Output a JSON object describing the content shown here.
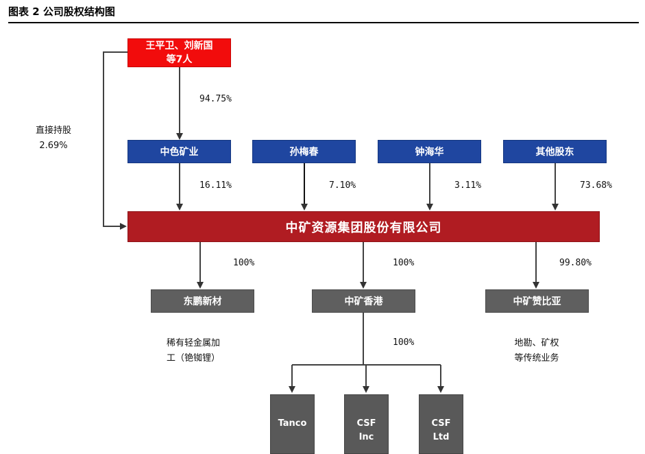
{
  "title": "图表 2 公司股权结构图",
  "top_holder": "王平卫、刘新国\n等7人",
  "direct_holding_label": "直接持股\n2.69%",
  "pct_top_to_zhongse": "94.75%",
  "shareholders": [
    {
      "name": "中色矿业",
      "pct": "16.11%"
    },
    {
      "name": "孙梅春",
      "pct": "7.10%"
    },
    {
      "name": "钟海华",
      "pct": "3.11%"
    },
    {
      "name": "其他股东",
      "pct": "73.68%"
    }
  ],
  "company": "中矿资源集团股份有限公司",
  "subsidiaries": [
    {
      "name": "东鹏新材",
      "pct": "100%",
      "desc": "稀有轻金属加\n工（铯铷锂）"
    },
    {
      "name": "中矿香港",
      "pct": "100%",
      "desc": ""
    },
    {
      "name": "中矿赞比亚",
      "pct": "99.80%",
      "desc": "地勘、矿权\n等传统业务"
    }
  ],
  "hk_pct": "100%",
  "hk_children": [
    {
      "name": "Tanco"
    },
    {
      "name": "CSF\nInc"
    },
    {
      "name": "CSF\nLtd"
    }
  ],
  "colors": {
    "red": "#f20c0c",
    "blue": "#1f46a0",
    "main": "#b01c22",
    "grey": "#5f5f5f",
    "line": "#404040"
  }
}
